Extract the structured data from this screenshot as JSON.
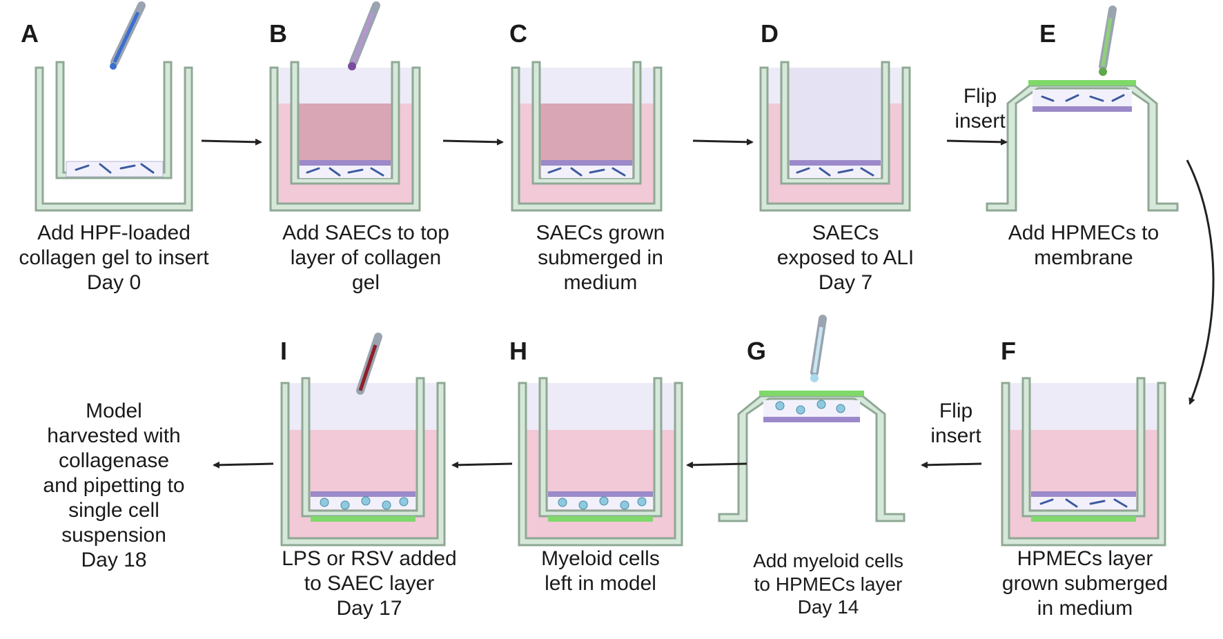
{
  "panels": [
    {
      "letter": "A",
      "caption": [
        "Add HPF-loaded",
        "collagen gel to insert",
        "Day 0"
      ]
    },
    {
      "letter": "B",
      "caption": [
        "Add SAECs to top",
        "layer of collagen",
        "gel"
      ]
    },
    {
      "letter": "C",
      "caption": [
        "SAECs grown",
        "submerged in",
        "medium"
      ]
    },
    {
      "letter": "D",
      "caption": [
        "SAECs",
        "exposed to ALI",
        "Day 7"
      ]
    },
    {
      "letter": "E",
      "caption": [
        "Add HPMECs to",
        "membrane"
      ]
    },
    {
      "letter": "F",
      "caption": [
        "HPMECs layer",
        "grown submerged",
        "in medium"
      ]
    },
    {
      "letter": "G",
      "caption": [
        "Add myeloid cells",
        "to HPMECs layer",
        "Day 14"
      ]
    },
    {
      "letter": "H",
      "caption": [
        "Myeloid cells",
        "left in model"
      ]
    },
    {
      "letter": "I",
      "caption": [
        "LPS or RSV added",
        "to SAEC layer",
        "Day 17"
      ]
    }
  ],
  "final_step": [
    "Model",
    "harvested with",
    "collagenase",
    "and pipetting to",
    "single cell",
    "suspension",
    "Day 18"
  ],
  "flip_labels": {
    "top": [
      "Flip",
      "insert"
    ],
    "bottom": [
      "Flip",
      "insert"
    ]
  },
  "colors": {
    "insert_wall": "#d6e8d9",
    "insert_outline": "#8fa895",
    "medium": "#f2c9d6",
    "medium_inside": "#d9a6b6",
    "air": "#ecebf7",
    "gel": "#f2f1fb",
    "epithelium": "#9b89c9",
    "endothelium": "#7fd86a",
    "fibroblast": "#3d5a9e",
    "myeloid": "#8ec9de",
    "pipette_blue": "#3a6fd1",
    "pipette_purple": "#7a4d9e",
    "pipette_green": "#5fa84a",
    "pipette_lightblue": "#a9d9ec",
    "pipette_red": "#8e1f2a",
    "arrow": "#222222"
  }
}
